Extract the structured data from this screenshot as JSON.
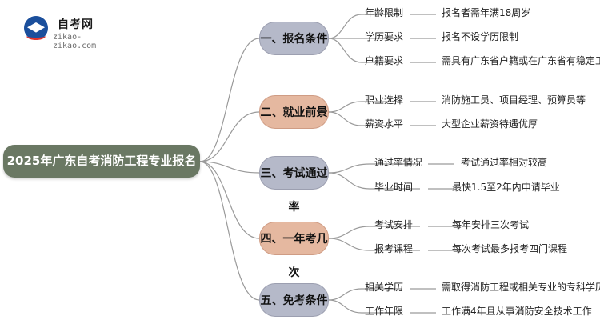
{
  "logo": {
    "title": "自考网",
    "url": "zikao-zikao.com",
    "icon": "graduation-cap-icon"
  },
  "root": "2025年广东自考消防工程专业报名条件",
  "colors": {
    "root": "#6a7863",
    "branch_a": "#b5b9c9",
    "branch_b": "#e5b8a0",
    "line": "#9a9a9a"
  },
  "branches": [
    {
      "title": "一、报名条件",
      "items": [
        {
          "label": "年龄限制",
          "value": "报名者需年满18周岁"
        },
        {
          "label": "学历要求",
          "value": "报名不设学历限制"
        },
        {
          "label": "户籍要求",
          "value": "需具有广东省户籍或在广东省有稳定工作"
        }
      ]
    },
    {
      "title": "二、就业前景",
      "items": [
        {
          "label": "职业选择",
          "value": "消防施工员、项目经理、预算员等"
        },
        {
          "label": "薪资水平",
          "value": "大型企业薪资待遇优厚"
        }
      ]
    },
    {
      "title": "三、考试通过率",
      "items": [
        {
          "label": "通过率情况",
          "value": "考试通过率相对较高"
        },
        {
          "label": "毕业时间",
          "value": "最快1.5至2年内申请毕业"
        }
      ]
    },
    {
      "title": "四、一年考几次",
      "items": [
        {
          "label": "考试安排",
          "value": "每年安排三次考试"
        },
        {
          "label": "报考课程",
          "value": "每次考试最多报考四门课程"
        }
      ]
    },
    {
      "title": "五、免考条件",
      "items": [
        {
          "label": "相关学历",
          "value": "需取得消防工程或相关专业的专科学历"
        },
        {
          "label": "工作年限",
          "value": "工作满4年且从事消防安全技术工作"
        }
      ]
    }
  ]
}
